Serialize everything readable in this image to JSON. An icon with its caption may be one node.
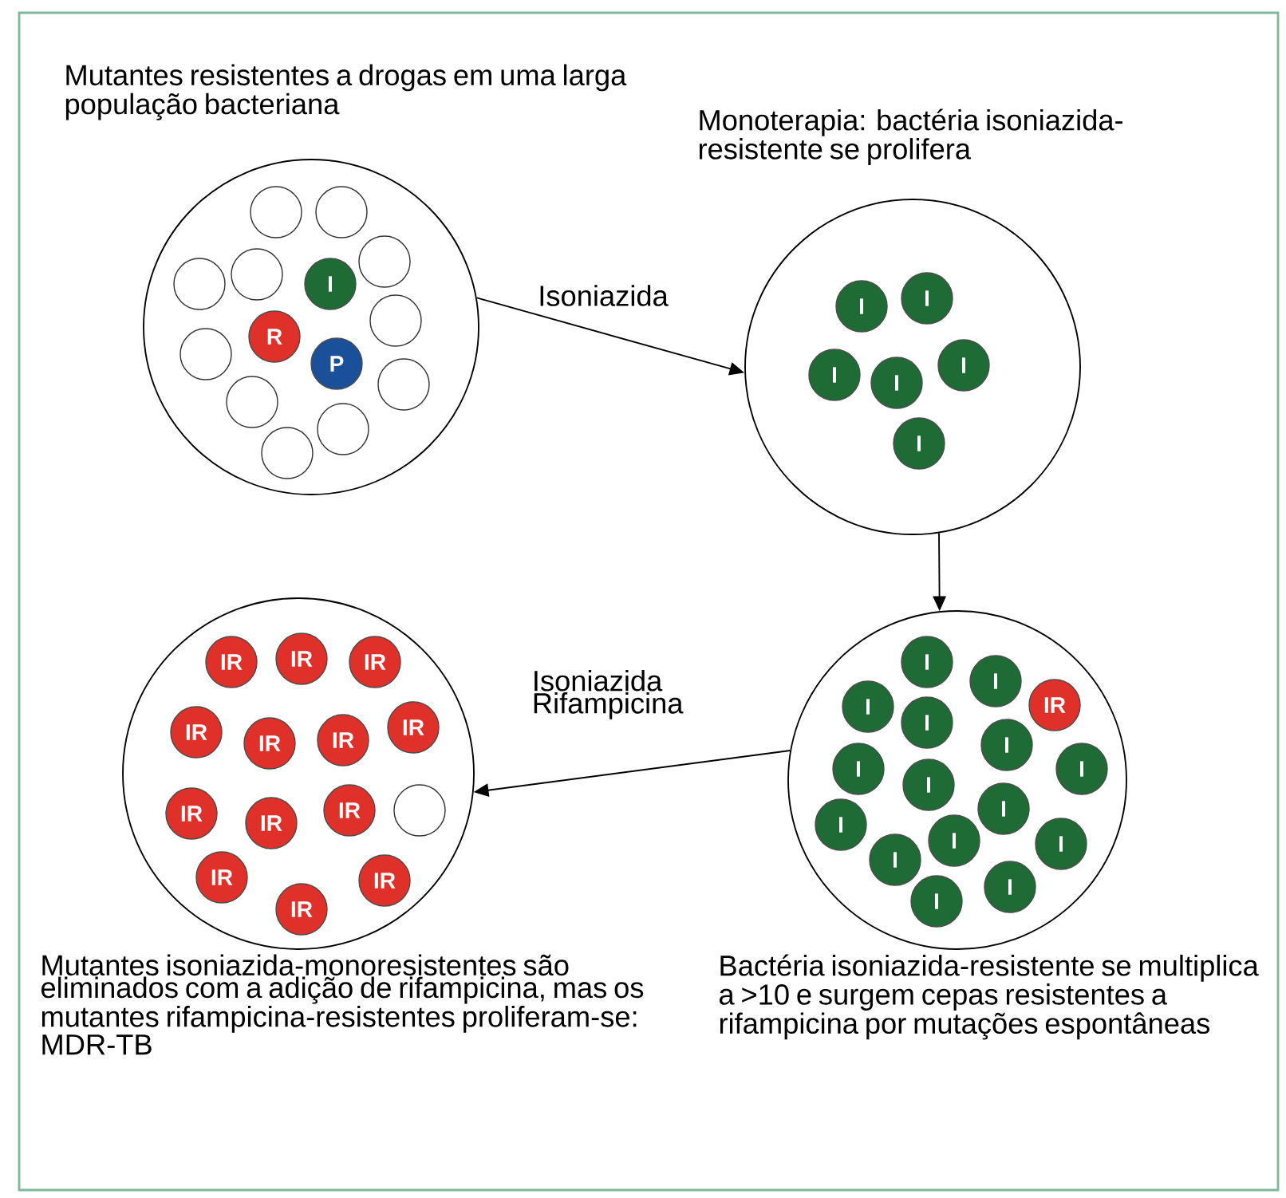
{
  "diagram": {
    "nodes": [
      {
        "text": [
          "Mutantes resistentes a drogas em uma larga população bacteriana"
        ]
      },
      {
        "text": [
          "Monoterapia: bactéria isoniazida-resistente se prolifera"
        ]
      },
      {
        "text": [
          "Bactéria isoniazida-resistente se multiplica a >10 e surgem cepas resistentes a rifampicina por mutações espontâneas"
        ]
      },
      {
        "text": [
          "Mutantes isoniazida-monoresistentes são eliminados com a adição de rifampicina, mas os mutantes rifampicina-resistentes proliferam-se: MDR-TB"
        ]
      },
      {
        "text": [],
        "shape": "circle",
        "in": 0
      },
      {
        "text": [],
        "shape": "circle",
        "in": 0
      },
      {
        "text": [],
        "shape": "circle",
        "in": 0
      },
      {
        "text": [],
        "shape": "circle",
        "in": 0
      },
      {
        "text": [],
        "shape": "circle",
        "in": 0
      },
      {
        "text": [
          "I"
        ],
        "in": 0
      },
      {
        "text": [],
        "shape": "circle",
        "in": 0
      },
      {
        "text": [
          "R"
        ],
        "in": 0
      },
      {
        "text": [],
        "shape": "circle",
        "in": 0
      },
      {
        "text": [
          "P"
        ],
        "in": 0
      },
      {
        "text": [],
        "shape": "circle",
        "in": 0
      },
      {
        "text": [],
        "shape": "circle",
        "in": 0
      },
      {
        "text": [],
        "shape": "circle",
        "in": 0
      },
      {
        "text": [],
        "shape": "circle",
        "in": 0
      },
      {
        "text": [
          "I"
        ],
        "in": 1
      },
      {
        "text": [
          "I"
        ],
        "in": 1
      },
      {
        "text": [
          "I"
        ],
        "in": 1
      },
      {
        "text": [
          "I"
        ],
        "in": 1
      },
      {
        "text": [
          "I"
        ],
        "in": 1
      },
      {
        "text": [
          "I"
        ],
        "in": 1
      },
      {
        "text": [
          "I"
        ],
        "in": 2
      },
      {
        "text": [
          "I"
        ],
        "in": 2
      },
      {
        "text": [
          "IR"
        ],
        "in": 2
      },
      {
        "text": [
          "I"
        ],
        "in": 2
      },
      {
        "text": [
          "I"
        ],
        "in": 2
      },
      {
        "text": [
          "I"
        ],
        "in": 2
      },
      {
        "text": [
          "I"
        ],
        "in": 2
      },
      {
        "text": [
          "I"
        ],
        "in": 2
      },
      {
        "text": [
          "I"
        ],
        "in": 2
      },
      {
        "text": [
          "I"
        ],
        "in": 2
      },
      {
        "text": [
          "I"
        ],
        "in": 2
      },
      {
        "text": [
          "I"
        ],
        "in": 2
      },
      {
        "text": [
          "I"
        ],
        "in": 2
      },
      {
        "text": [
          "I"
        ],
        "in": 2
      },
      {
        "text": [
          "I"
        ],
        "in": 2
      },
      {
        "text": [
          "I"
        ],
        "in": 2
      },
      {
        "text": [
          "IR"
        ],
        "in": 3
      },
      {
        "text": [
          "IR"
        ],
        "in": 3
      },
      {
        "text": [
          "IR"
        ],
        "in": 3
      },
      {
        "text": [
          "IR"
        ],
        "in": 3
      },
      {
        "text": [
          "IR"
        ],
        "in": 3
      },
      {
        "text": [
          "IR"
        ],
        "in": 3
      },
      {
        "text": [
          "IR"
        ],
        "in": 3
      },
      {
        "text": [
          "IR"
        ],
        "in": 3
      },
      {
        "text": [],
        "shape": "circle",
        "in": 3
      },
      {
        "text": [
          "IR"
        ],
        "in": 3
      },
      {
        "text": [
          "IR"
        ],
        "in": 3
      },
      {
        "text": [
          "IR"
        ],
        "in": 3
      },
      {
        "text": [
          "IR"
        ],
        "in": 3
      },
      {
        "text": [
          "IR"
        ],
        "in": 3
      }
    ],
    "edges": [
      {
        "from": 0,
        "to": 1,
        "arrow": "to",
        "label": "Isoniazida"
      },
      {
        "from": 1,
        "to": 2,
        "arrow": "to"
      },
      {
        "from": 2,
        "to": 3,
        "arrow": "to",
        "label": "Isoniazida Rifampicina"
      }
    ]
  }
}
